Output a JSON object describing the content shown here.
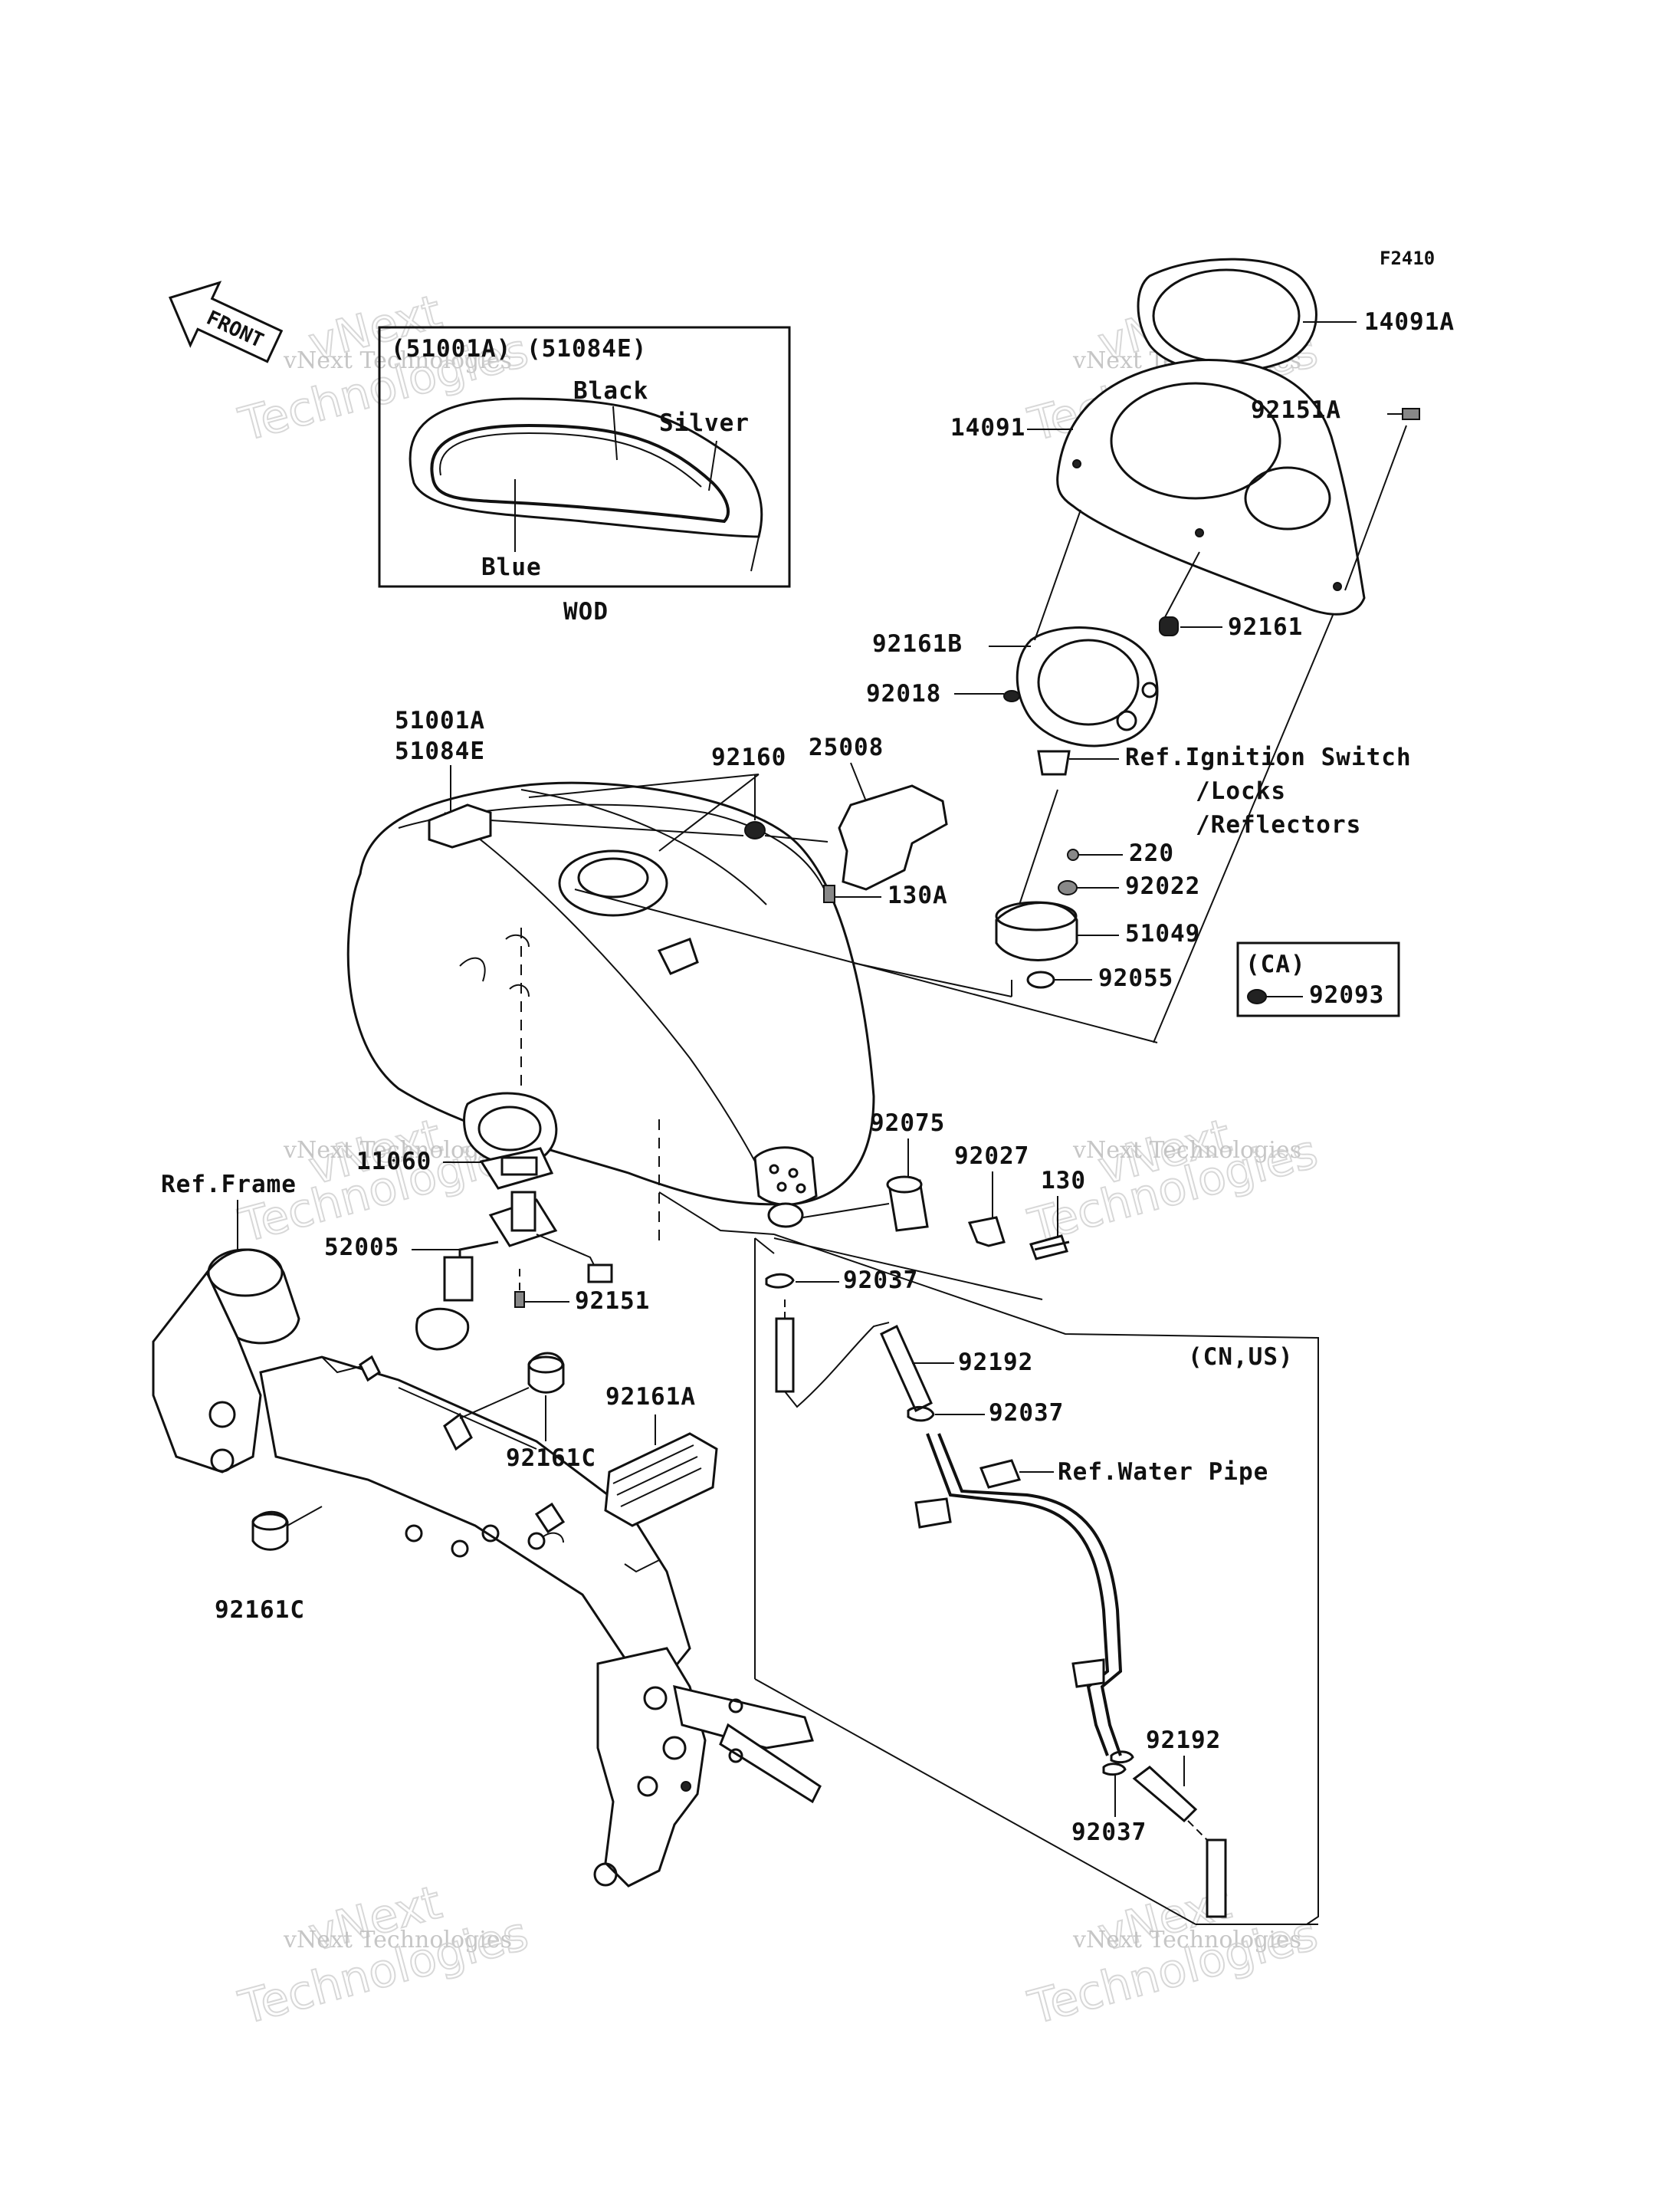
{
  "diagram_code": "F2410",
  "front_arrow": "FRONT",
  "inset": {
    "header": "(51001A) (51084E)",
    "colors": [
      "Black",
      "Silver",
      "Blue"
    ],
    "caption": "WOD"
  },
  "watermark": {
    "line1": "vNext Technologies",
    "line2": "Technologies",
    "line3": "vNext"
  },
  "parts": {
    "p14091A": "14091A",
    "p14091": "14091",
    "p92151A": "92151A",
    "p92161": "92161",
    "p92161B": "92161B",
    "p92018": "92018",
    "ref_ignition_1": "Ref.Ignition Switch",
    "ref_ignition_2": "/Locks",
    "ref_ignition_3": "/Reflectors",
    "p51001A": "51001A",
    "p51084E": "51084E",
    "p92160": "92160",
    "p25008": "25008",
    "p130A": "130A",
    "p220": "220",
    "p92022": "92022",
    "p51049": "51049",
    "p92055": "92055",
    "ca_label": "(CA)",
    "p92093": "92093",
    "p11060": "11060",
    "ref_frame": "Ref.Frame",
    "p52005": "52005",
    "p92151": "92151",
    "p92075": "92075",
    "p92027": "92027",
    "p130": "130",
    "p92037_a": "92037",
    "p92192_a": "92192",
    "p92037_b": "92037",
    "ref_water_pipe": "Ref.Water Pipe",
    "cn_us": "(CN,US)",
    "p92161A": "92161A",
    "p92161C_a": "92161C",
    "p92161C_b": "92161C",
    "p92192_b": "92192",
    "p92037_c": "92037"
  }
}
